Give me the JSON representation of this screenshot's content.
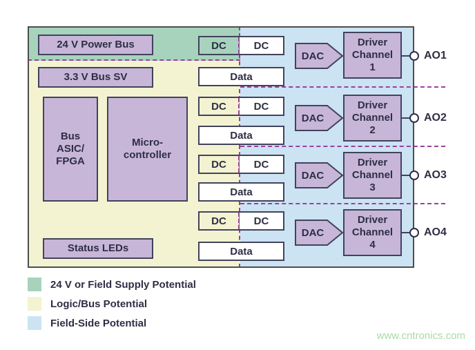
{
  "colors": {
    "field_supply_region": "#a7d3bd",
    "logic_bus_region": "#f3f3d1",
    "field_side_region": "#cbe3f3",
    "block_fill": "#c7b6d8",
    "block_border": "#42425c",
    "isolation_dash": "#9b3f9b",
    "text": "#2e2e45",
    "watermark": "#a8dba3"
  },
  "module": {
    "power_bus": "24 V Power Bus",
    "bus_sv": "3.3 V Bus SV",
    "bus_asic": "Bus\nASIC/\nFPGA",
    "microcontroller": "Micro-\ncontroller",
    "status_leds": "Status LEDs",
    "dc": "DC",
    "data": "Data",
    "dac": "DAC",
    "channels": [
      {
        "driver": "Driver\nChannel\n1",
        "output": "AO1"
      },
      {
        "driver": "Driver\nChannel\n2",
        "output": "AO2"
      },
      {
        "driver": "Driver\nChannel\n3",
        "output": "AO3"
      },
      {
        "driver": "Driver\nChannel\n4",
        "output": "AO4"
      }
    ]
  },
  "legend": [
    {
      "label": "24 V or Field Supply Potential",
      "color": "#a7d3bd"
    },
    {
      "label": "Logic/Bus Potential",
      "color": "#f3f3d1"
    },
    {
      "label": "Field-Side Potential",
      "color": "#cbe3f3"
    }
  ],
  "watermark": "www.cntronics.com"
}
